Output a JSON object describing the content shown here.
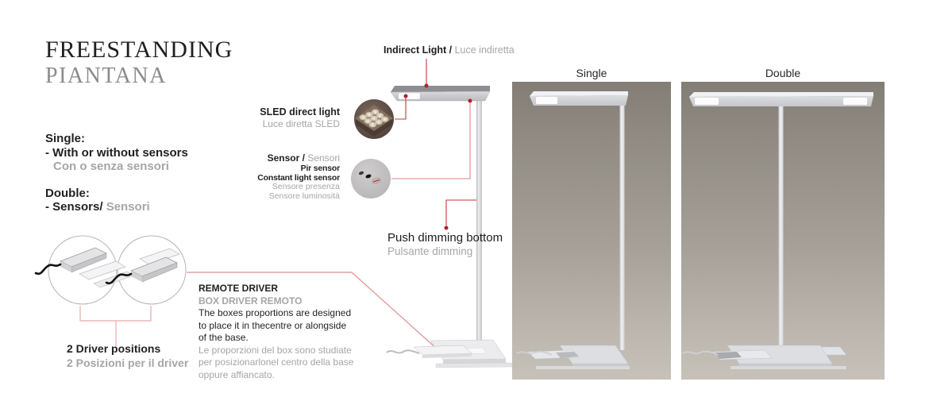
{
  "page": {
    "title_line1": "FREESTANDING",
    "title_line2": "PIANTANA"
  },
  "left_info": {
    "single_heading": "Single:",
    "single_option": "- With or without sensors",
    "single_option_it": "Con o senza sensori",
    "double_heading": "Double:",
    "double_option": "- Sensors/",
    "double_option_it": "Sensori"
  },
  "callouts": {
    "indirect_en": "Indirect Light /",
    "indirect_it": "Luce indiretta",
    "sled_en": "SLED direct light",
    "sled_it": "Luce diretta SLED",
    "sensor_en": "Sensor /",
    "sensor_it": "Sensori",
    "sensor_pir": "Pir sensor",
    "sensor_constant": "Constant light sensor",
    "sensor_presenza": "Sensore presenza",
    "sensor_luminosita": "Sensore luminosità",
    "push_en": "Push dimming bottom",
    "push_it": "Pulsante dimming"
  },
  "driver": {
    "positions_en": "2 Driver positions",
    "positions_it": "2 Posizioni per il driver",
    "remote_title": "REMOTE DRIVER",
    "remote_title_it": "BOX DRIVER REMOTO",
    "remote_en": [
      "The boxes proportions are designed",
      "to place it in thecentre or alongside",
      "of the base."
    ],
    "remote_it": [
      "Le proporzioni del box sono studiate",
      "per posizionarlonel centro della base",
      "oppure affiancato."
    ]
  },
  "panels": {
    "single_label": "Single",
    "double_label": "Double"
  },
  "colors": {
    "accent_red": "#b01e24",
    "accent_line": "#c9353b",
    "accent_pink": "#e0898c",
    "text_dark": "#231f20",
    "text_gray": "#a7a5a6",
    "title_gray": "#8b8b8b",
    "panel_top": "#827d75",
    "panel_bottom": "#c6c1b9"
  }
}
